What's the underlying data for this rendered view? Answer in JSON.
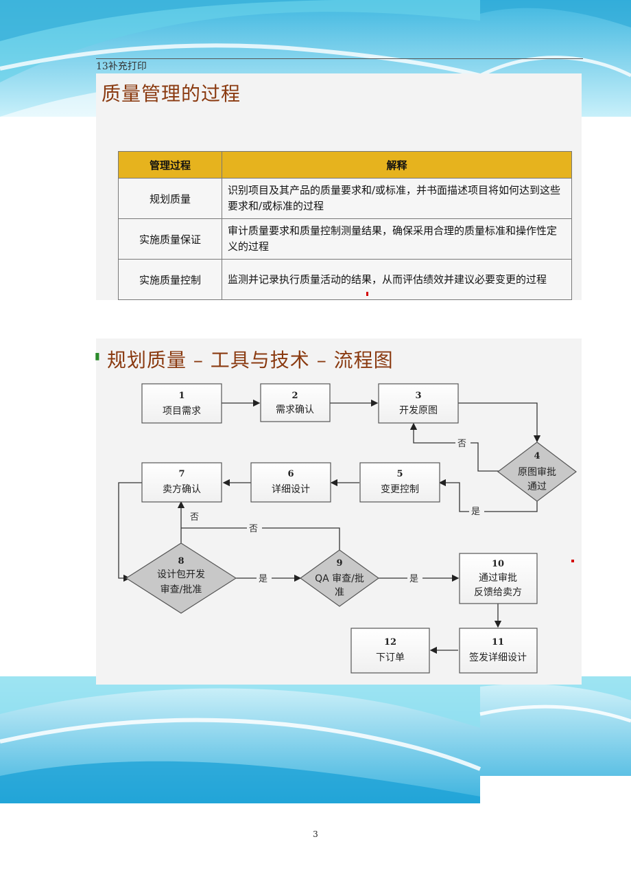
{
  "header": {
    "text": "13补充打印"
  },
  "slide1": {
    "title": "质量管理的过程",
    "table": {
      "headers": [
        "管理过程",
        "解释"
      ],
      "rows": [
        {
          "process": "规划质量",
          "explanation": "识别项目及其产品的质量要求和/或标准，并书面描述项目将如何达到这些要求和/或标准的过程"
        },
        {
          "process": "实施质量保证",
          "explanation": "审计质量要求和质量控制测量结果，确保采用合理的质量标准和操作性定义的过程"
        },
        {
          "process": "实施质量控制",
          "explanation": "监测并记录执行质量活动的结果，从而评估绩效并建议必要变更的过程"
        }
      ]
    }
  },
  "slide2": {
    "title": "规划质量 – 工具与技术 – 流程图",
    "nodes": {
      "n1": {
        "num": "1",
        "text": "项目需求"
      },
      "n2": {
        "num": "2",
        "text": "需求确认"
      },
      "n3": {
        "num": "3",
        "text": "开发原图"
      },
      "n4": {
        "num": "4",
        "line1": "原图审批",
        "line2": "通过"
      },
      "n5": {
        "num": "5",
        "text": "变更控制"
      },
      "n6": {
        "num": "6",
        "text": "详细设计"
      },
      "n7": {
        "num": "7",
        "text": "卖方确认"
      },
      "n8": {
        "num": "8",
        "line1": "设计包开发",
        "line2": "审查/批准"
      },
      "n9": {
        "num": "9",
        "line1": "QA 审查/批",
        "line2": "准"
      },
      "n10": {
        "num": "10",
        "line1": "通过审批",
        "line2": "反馈给卖方"
      },
      "n11": {
        "num": "11",
        "text": "签发详细设计"
      },
      "n12": {
        "num": "12",
        "text": "下订单"
      }
    },
    "edge_labels": {
      "no": "否",
      "yes": "是"
    }
  },
  "page_number": "3",
  "colors": {
    "table_header": "#e6b31e",
    "title": "#8a3a10",
    "diamond": "#c8c8c8",
    "wave": "#5fc3e4"
  }
}
